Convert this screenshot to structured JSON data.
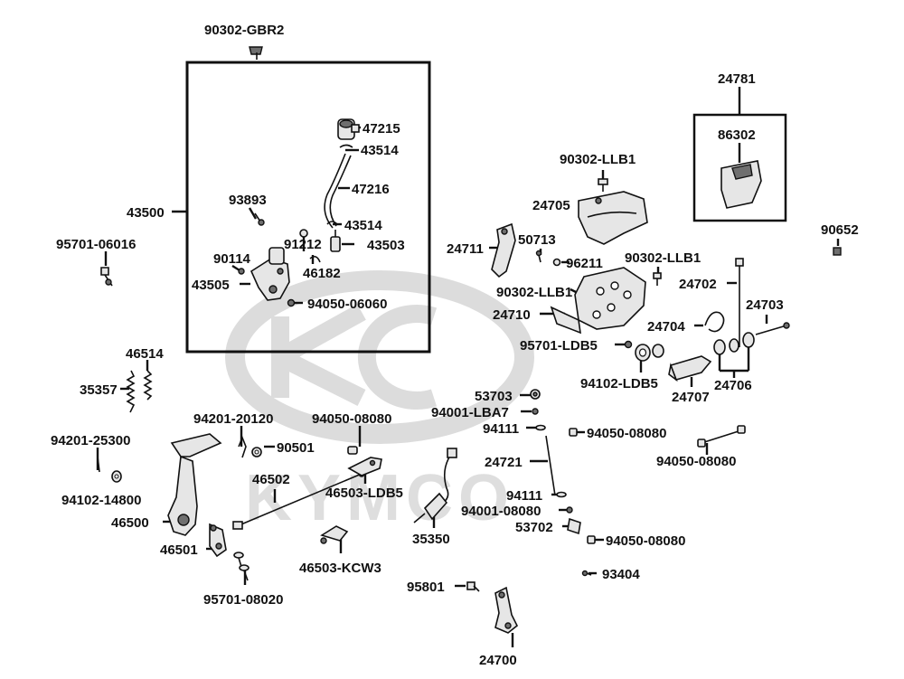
{
  "watermark": {
    "text": "KYMCO",
    "color": "#d9d9d9"
  },
  "colors": {
    "ink": "#111111",
    "part_fill": "#e6e6e6",
    "part_dark": "#6f6f6f",
    "background": "#ffffff"
  },
  "labels": {
    "p90302_gbr2": "90302-GBR2",
    "p43500": "43500",
    "p47215": "47215",
    "p43514_a": "43514",
    "p47216": "47216",
    "p93893": "93893",
    "p43514_b": "43514",
    "p91212": "91212",
    "p43503": "43503",
    "p90114": "90114",
    "p46182": "46182",
    "p43505": "43505",
    "p94050_06060": "94050-06060",
    "p95701_06016": "95701-06016",
    "p46514": "46514",
    "p35357": "35357",
    "p94201_20120": "94201-20120",
    "p94050_08080_a": "94050-08080",
    "p94201_25300": "94201-25300",
    "p90501": "90501",
    "p94102_14800": "94102-14800",
    "p46502": "46502",
    "p46503_ldb5": "46503-LDB5",
    "p46500": "46500",
    "p46501": "46501",
    "p46503_kcw3": "46503-KCW3",
    "p95701_08020": "95701-08020",
    "p35350": "35350",
    "p95801": "95801",
    "p24700": "24700",
    "p93404": "93404",
    "p90302_llb1_a": "90302-LLB1",
    "p24705": "24705",
    "p24711": "24711",
    "p50713": "50713",
    "p96211": "96211",
    "p90302_llb1_b": "90302-LLB1",
    "p90302_llb1_c": "90302-LLB1",
    "p24710": "24710",
    "p95701_ldb5": "95701-LDB5",
    "p53703": "53703",
    "p94001_lba7": "94001-LBA7",
    "p94111_a": "94111",
    "p94050_08080_b": "94050-08080",
    "p24721": "24721",
    "p94050_08080_c": "94050-08080",
    "p94111_b": "94111",
    "p94001_08080": "94001-08080",
    "p53702": "53702",
    "p94050_08080_d": "94050-08080",
    "p24781": "24781",
    "p86302": "86302",
    "p90652": "90652",
    "p24702": "24702",
    "p24703": "24703",
    "p24704": "24704",
    "p94102_ldb5": "94102-LDB5",
    "p24706": "24706",
    "p24707": "24707"
  }
}
